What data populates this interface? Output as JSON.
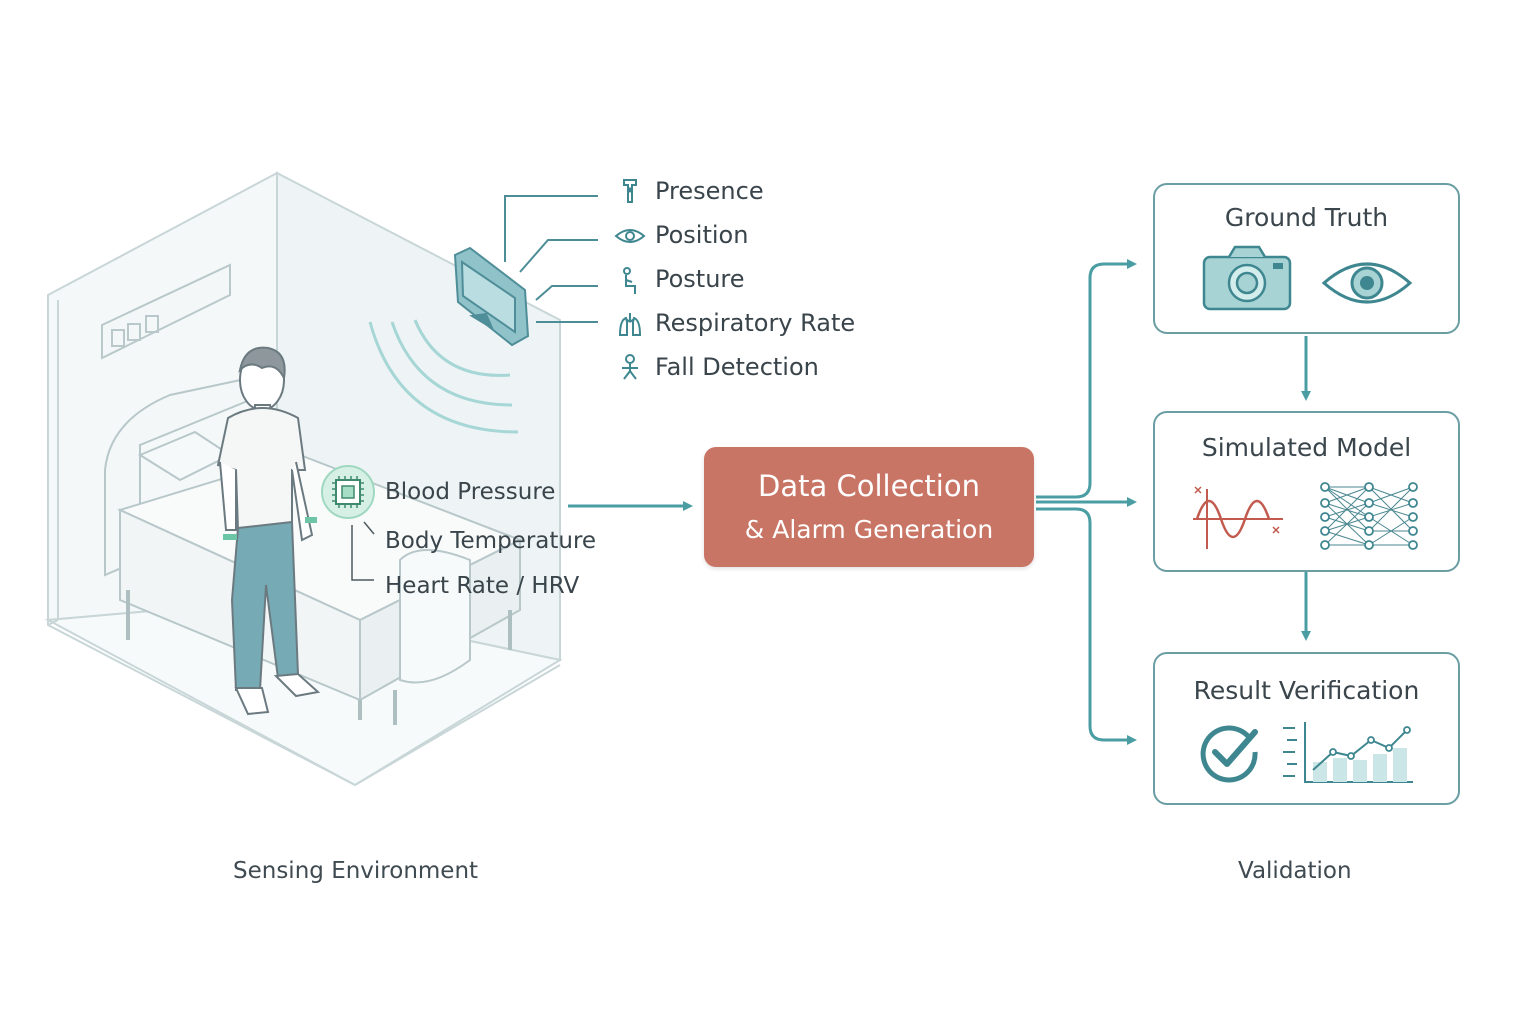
{
  "room_sensors": [
    {
      "label": "Presence",
      "icon": "presence-icon"
    },
    {
      "label": "Position",
      "icon": "eye-icon"
    },
    {
      "label": "Posture",
      "icon": "posture-icon"
    },
    {
      "label": "Respiratory Rate",
      "icon": "lungs-icon"
    },
    {
      "label": "Fall Detection",
      "icon": "fall-icon"
    }
  ],
  "wearable_metrics": [
    {
      "label": "Blood Pressure"
    },
    {
      "label": "Body Temperature"
    },
    {
      "label": "Heart Rate / HRV"
    }
  ],
  "center": {
    "line1": "Data Collection",
    "line2": "& Alarm Generation"
  },
  "validation_steps": [
    {
      "title": "Ground Truth",
      "icons": [
        "camera-icon",
        "eye-icon"
      ]
    },
    {
      "title": "Simulated Model",
      "icons": [
        "function-graph-icon",
        "neural-network-icon"
      ]
    },
    {
      "title": "Result Verification",
      "icons": [
        "checkmark-icon",
        "chart-icon"
      ]
    }
  ],
  "sections": {
    "left": "Sensing Environment",
    "right": "Validation"
  },
  "colors": {
    "teal": "#4a9ea3",
    "teal_light": "#a9d3d2",
    "center_box": "#c97565",
    "text": "#39444b"
  }
}
